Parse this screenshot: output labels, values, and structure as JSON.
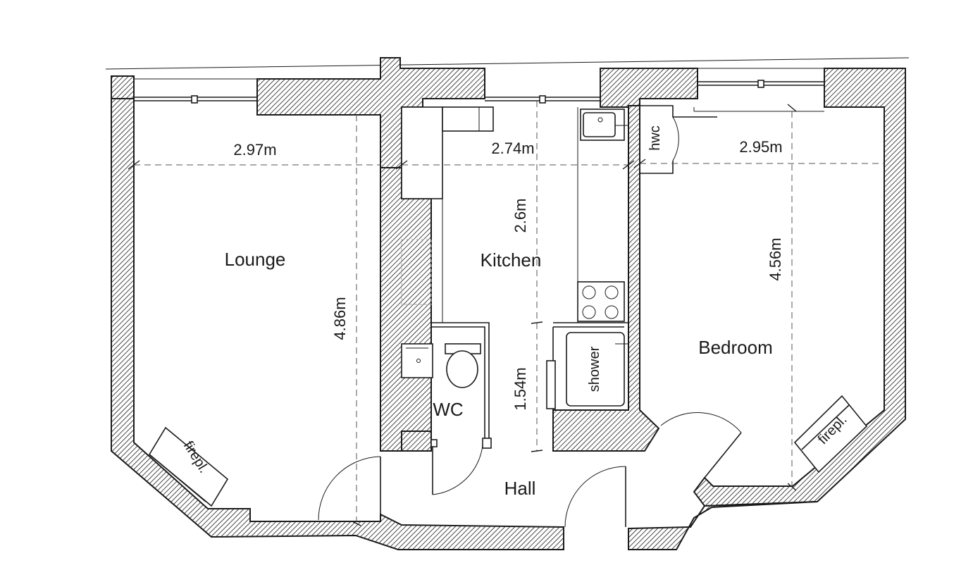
{
  "rooms": {
    "lounge": "Lounge",
    "kitchen": "Kitchen",
    "bedroom": "Bedroom",
    "wc": "WC",
    "hall": "Hall"
  },
  "fixtures": {
    "shower": "shower",
    "hwc": "hwc",
    "fireplace_lounge": "firepl.",
    "fireplace_bedroom": "firepl."
  },
  "dimensions": {
    "lounge_width": "2.97m",
    "lounge_length": "4.86m",
    "kitchen_width": "2.74m",
    "kitchen_length": "2.6m",
    "hall_length": "1.54m",
    "bedroom_width": "2.95m",
    "bedroom_length": "4.56m"
  }
}
